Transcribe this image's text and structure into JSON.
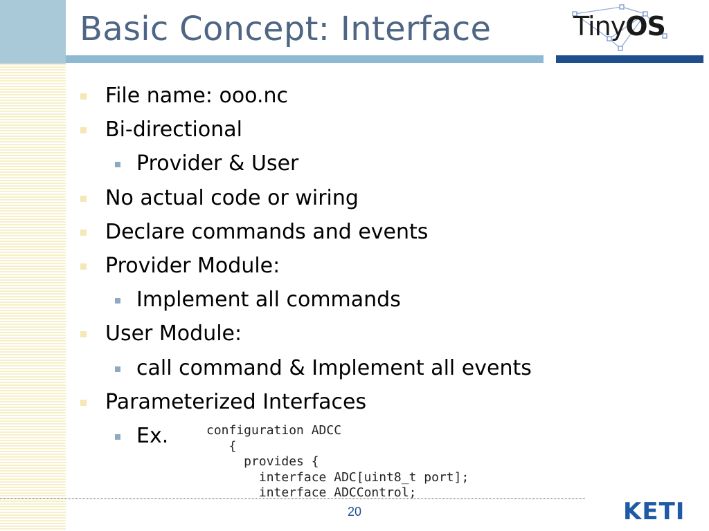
{
  "slide": {
    "title": "Basic Concept: Interface",
    "page_number": "20"
  },
  "logos": {
    "tinyos": {
      "tiny": "Tiny",
      "os": "OS"
    },
    "keti": "KETI"
  },
  "bullets": [
    {
      "text": "File name: ooo.nc",
      "level": 1
    },
    {
      "text": "Bi-directional",
      "level": 1
    },
    {
      "text": "Provider & User",
      "level": 2
    },
    {
      "text": "No actual code or wiring",
      "level": 1
    },
    {
      "text": "Declare commands and events",
      "level": 1
    },
    {
      "text": "Provider Module:",
      "level": 1
    },
    {
      "text": "Implement all commands",
      "level": 2
    },
    {
      "text": "User Module:",
      "level": 1
    },
    {
      "text": "call command & Implement all events",
      "level": 2
    },
    {
      "text": "Parameterized Interfaces",
      "level": 1
    },
    {
      "text": "Ex.",
      "level": 2
    }
  ],
  "code_lines": [
    "configuration ADCC",
    "   {",
    "     provides {",
    "       interface ADC[uint8_t port];",
    "       interface ADCControl;"
  ],
  "colors": {
    "title": "#4e6583",
    "title_rule": "#8eb9d3",
    "brand_blue": "#1f4e8c",
    "corner_block": "#a9c8d8",
    "bullet_level1": "#f3e8b6",
    "bullet_level2": "#8fa9c2"
  }
}
